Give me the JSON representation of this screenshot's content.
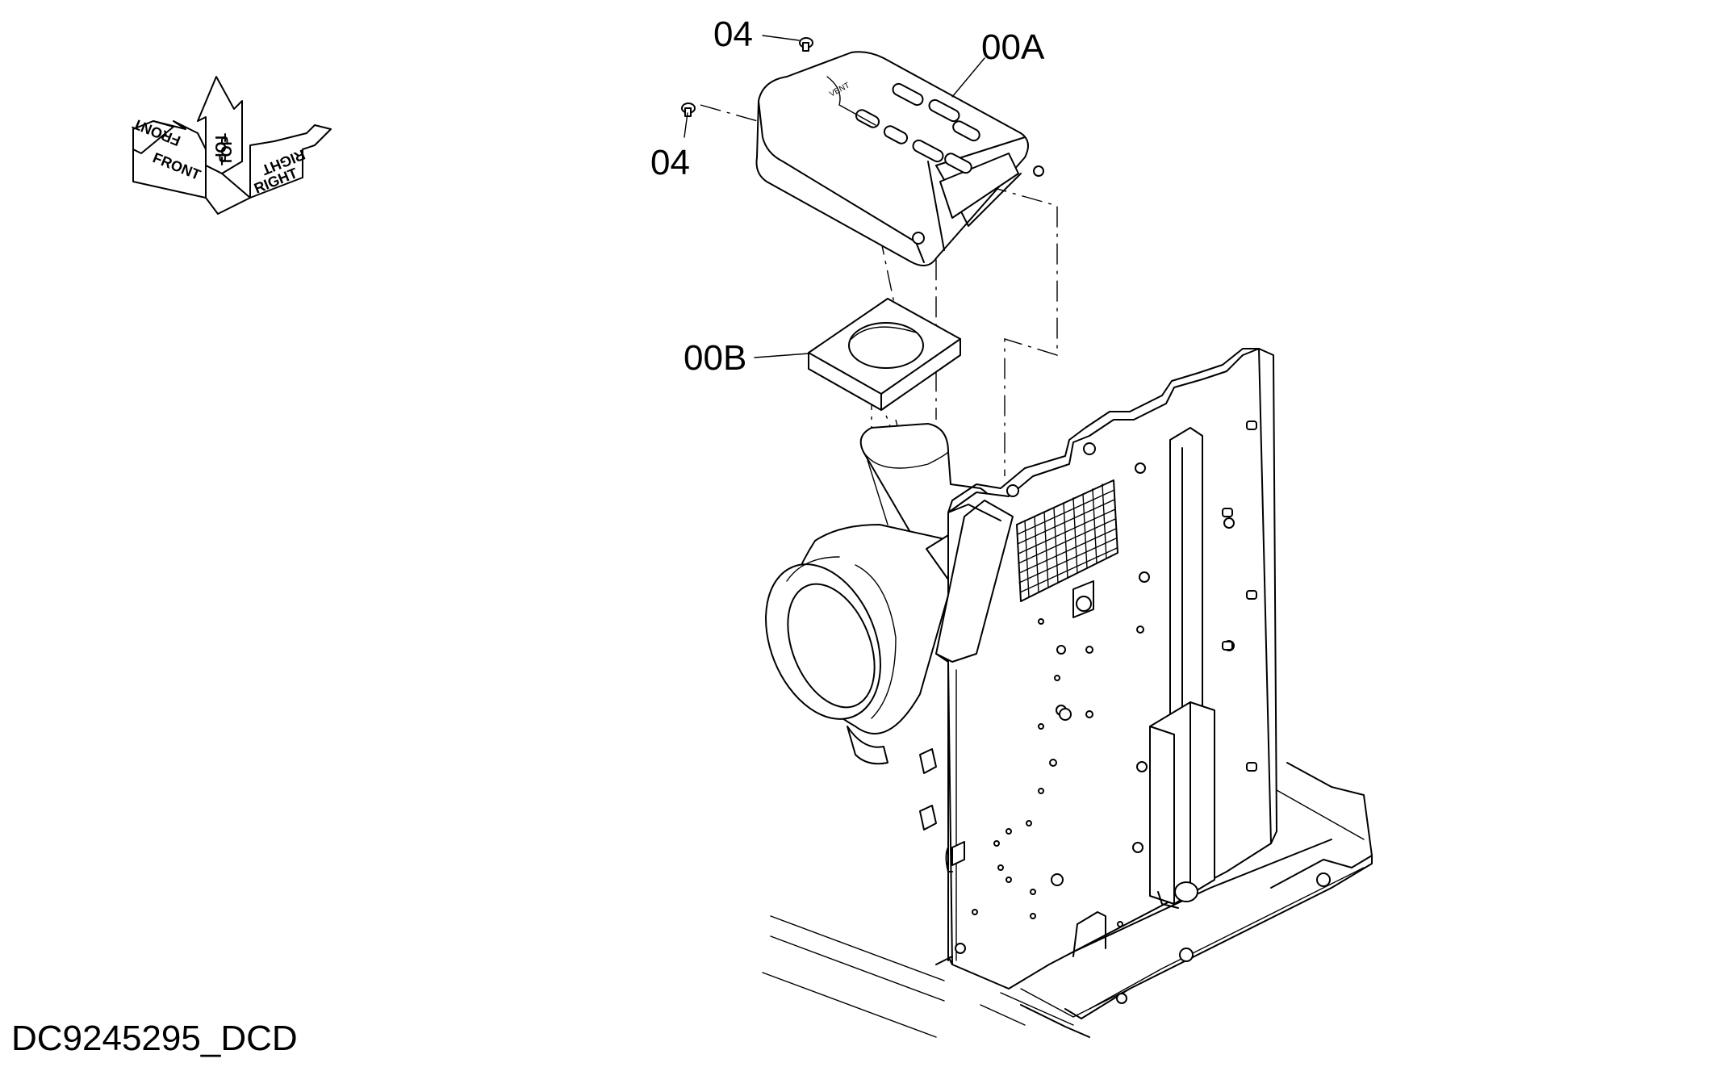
{
  "orientation_indicator": {
    "front_label": "FRONT",
    "top_label": "TOP",
    "right_label": "RIGHT"
  },
  "callouts": {
    "screw_upper": "04",
    "screw_lower": "04",
    "cover": "00A",
    "gasket": "00B"
  },
  "drawing_reference": "DC9245295_DCD"
}
